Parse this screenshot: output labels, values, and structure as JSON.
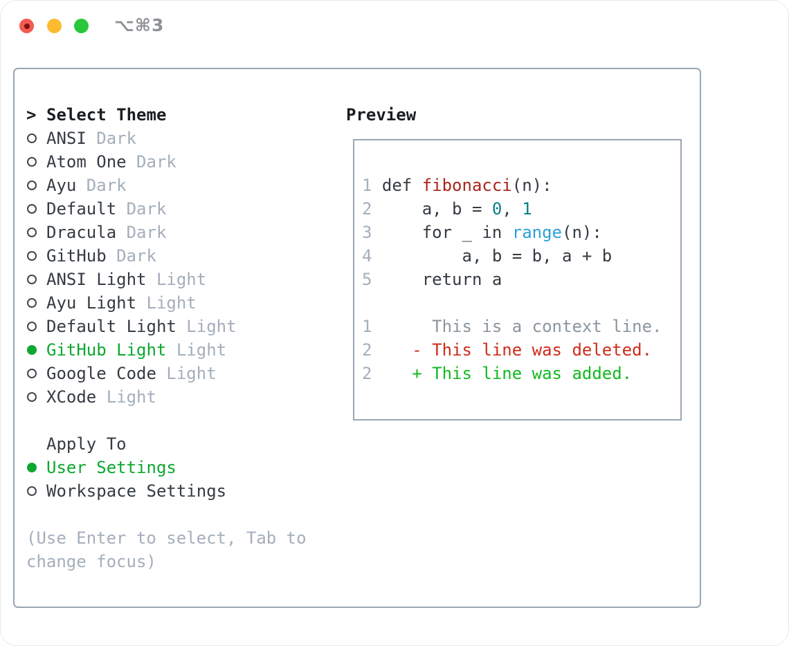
{
  "titlebar": {
    "shortcut": "⌥⌘3",
    "buttons": [
      "close",
      "minimize",
      "zoom"
    ]
  },
  "theme_picker": {
    "prompt": ">",
    "header": "Select Theme",
    "themes": [
      {
        "name": "ANSI",
        "variant": "Dark",
        "selected": false
      },
      {
        "name": "Atom One",
        "variant": "Dark",
        "selected": false
      },
      {
        "name": "Ayu",
        "variant": "Dark",
        "selected": false
      },
      {
        "name": "Default",
        "variant": "Dark",
        "selected": false
      },
      {
        "name": "Dracula",
        "variant": "Dark",
        "selected": false
      },
      {
        "name": "GitHub",
        "variant": "Dark",
        "selected": false
      },
      {
        "name": "ANSI Light",
        "variant": "Light",
        "selected": false
      },
      {
        "name": "Ayu Light",
        "variant": "Light",
        "selected": false
      },
      {
        "name": "Default Light",
        "variant": "Light",
        "selected": false
      },
      {
        "name": "GitHub Light",
        "variant": "Light",
        "selected": true
      },
      {
        "name": "Google Code",
        "variant": "Light",
        "selected": false
      },
      {
        "name": "XCode",
        "variant": "Light",
        "selected": false
      }
    ],
    "apply_to": {
      "header": "Apply To",
      "options": [
        {
          "label": "User Settings",
          "selected": true
        },
        {
          "label": "Workspace Settings",
          "selected": false
        }
      ]
    },
    "hint_lines": [
      "(Use Enter to select, Tab to",
      "change focus)"
    ]
  },
  "preview": {
    "title": "Preview",
    "code_lines": [
      {
        "num": "1",
        "segments": [
          {
            "text": "def ",
            "color": "fg"
          },
          {
            "text": "fibonacci",
            "color": "code_red"
          },
          {
            "text": "(n):",
            "color": "fg"
          }
        ]
      },
      {
        "num": "2",
        "segments": [
          {
            "text": "    a, b = ",
            "color": "fg"
          },
          {
            "text": "0",
            "color": "teal"
          },
          {
            "text": ", ",
            "color": "fg"
          },
          {
            "text": "1",
            "color": "teal"
          }
        ]
      },
      {
        "num": "3",
        "segments": [
          {
            "text": "    for _ in ",
            "color": "fg"
          },
          {
            "text": "range",
            "color": "code_blue"
          },
          {
            "text": "(n):",
            "color": "fg"
          }
        ]
      },
      {
        "num": "4",
        "segments": [
          {
            "text": "        a, b = b, a + b",
            "color": "fg"
          }
        ]
      },
      {
        "num": "5",
        "segments": [
          {
            "text": "    return a",
            "color": "fg"
          }
        ]
      }
    ],
    "diff_lines": [
      {
        "num": "1",
        "marker": " ",
        "text": "This is a context line.",
        "color": "context"
      },
      {
        "num": "2",
        "marker": "-",
        "text": "This line was deleted.",
        "color": "diff_red"
      },
      {
        "num": "2",
        "marker": "+",
        "text": "This line was added.",
        "color": "diff_green"
      }
    ]
  },
  "colors": {
    "fg": "#353b42",
    "heading": "#1a1e22",
    "muted": "#a4aebb",
    "green": "#0ca82f",
    "code_red": "#aa241c",
    "teal": "#0c7e87",
    "code_blue": "#2da0d8",
    "context": "#8b959f",
    "diff_red": "#ce2d1a",
    "diff_green": "#13b922",
    "panel_border": "#9aa6b4",
    "traffic_red": "#f35a51",
    "traffic_yellow": "#fcbb2f",
    "traffic_green": "#29c73c"
  }
}
